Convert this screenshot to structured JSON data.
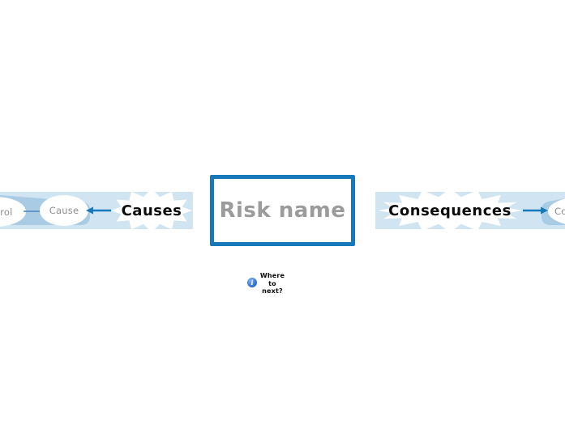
{
  "colors": {
    "accent": "#1779ba",
    "band": "#d0e4f2",
    "band_inner": "#a9cbe3",
    "muted_text": "#8f8f8f",
    "risk_text": "#9b9b9b",
    "label_text": "#0b0b0b",
    "connector": "#6596c8",
    "info_icon_bg": "#2e6bcd"
  },
  "nodes": {
    "risk": {
      "label": "Risk name"
    },
    "causes": {
      "label": "Causes"
    },
    "cause": {
      "label": "Cause"
    },
    "control": {
      "label": "Control"
    },
    "consequences": {
      "label": "Consequences"
    },
    "consequence": {
      "label": "Consequence"
    },
    "where_next": {
      "line1": "Where",
      "line2": "to",
      "line3": "next?"
    }
  },
  "icons": {
    "info": "i"
  }
}
